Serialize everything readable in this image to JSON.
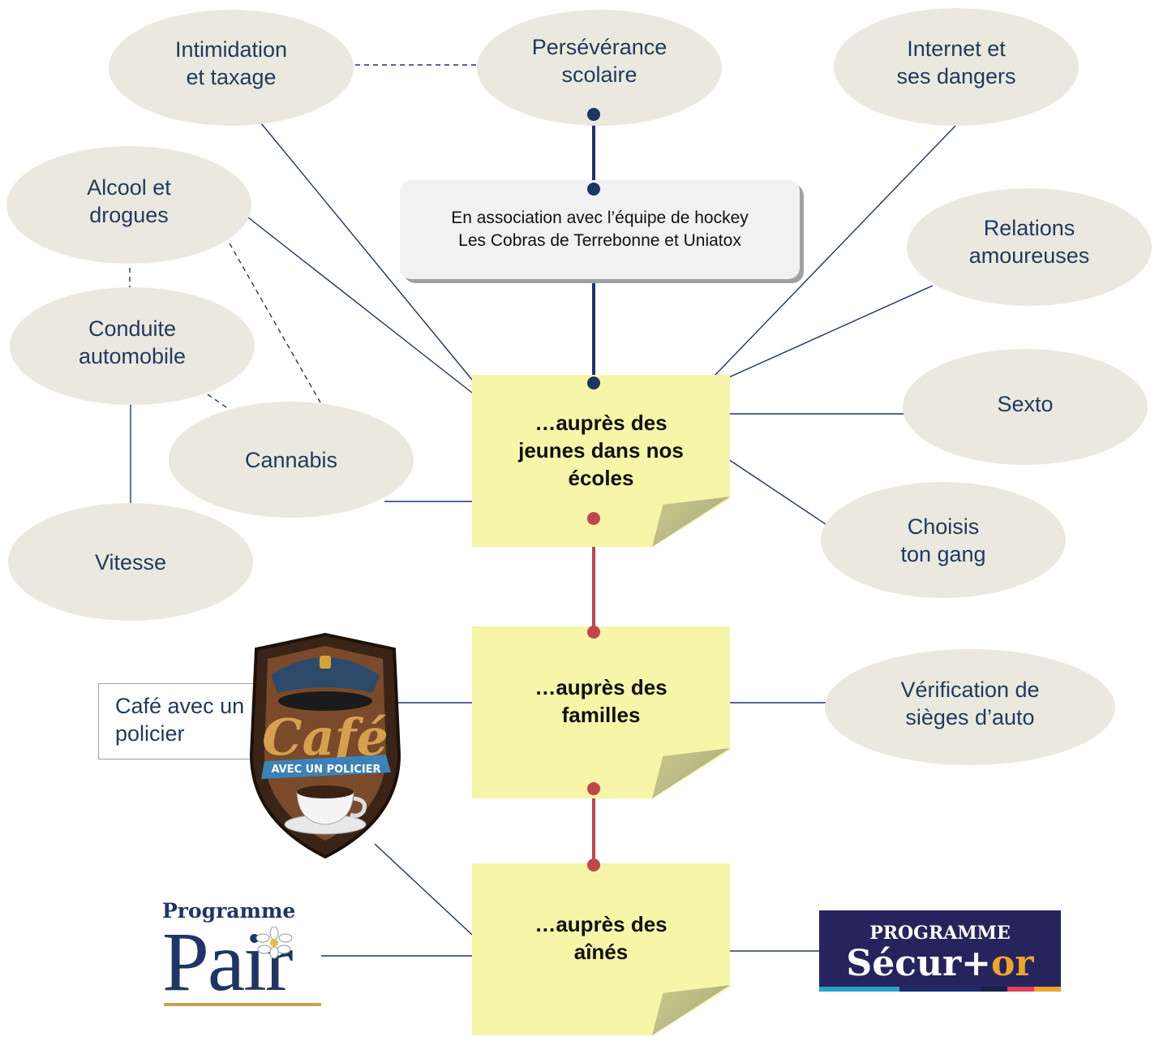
{
  "ellipses": {
    "intimidation": "Intimidation\net taxage",
    "perseverance": "Persévérance\nscolaire",
    "internet": "Internet et\nses dangers",
    "alcool": "Alcool et\ndrogues",
    "relations": "Relations\namoureuses",
    "conduite": "Conduite\nautomobile",
    "sexto": "Sexto",
    "cannabis": "Cannabis",
    "choisis": "Choisis\nton gang",
    "vitesse": "Vitesse",
    "verification": "Vérification de\nsièges d’auto"
  },
  "association": "En association avec l’équipe de hockey\nLes Cobras de Terrebonne et Uniatox",
  "notes": {
    "ecoles": "…auprès des\njeunes dans nos\nécoles",
    "familles": "…auprès des\nfamilles",
    "aines": "…auprès des\naînés"
  },
  "cafe_box": "Café avec un\npolicier",
  "logos": {
    "cafe": {
      "word": "Café",
      "banner": "AVEC UN POLICIER"
    },
    "pair": {
      "top": "Programme",
      "word": "Pair"
    },
    "securor": {
      "top": "PROGRAMME",
      "word_a": "Sécur",
      "word_b": "or"
    }
  },
  "colors": {
    "ellipse_fill": "#ebe9df",
    "ellipse_text": "#1f3a5f",
    "note_fill": "#f7f5a7",
    "navy_link": "#1f3566",
    "red_link": "#c0464b"
  }
}
